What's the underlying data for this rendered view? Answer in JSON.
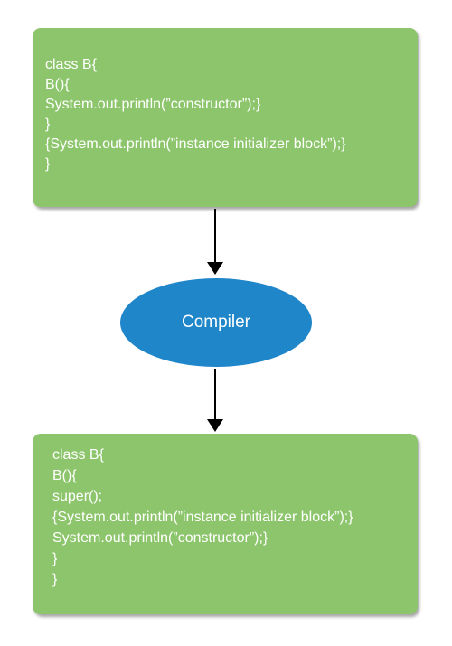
{
  "colors": {
    "box_fill": "#8cc56b",
    "ellipse_fill": "#1f86c9",
    "text": "#ffffff",
    "arrow": "#000000"
  },
  "source_box": {
    "lines": [
      "class B{",
      "B(){",
      "System.out.println(”constructor”);}",
      "}",
      "{System.out.println(”instance initializer block”);}",
      "}"
    ]
  },
  "compiler": {
    "label": "Compiler"
  },
  "output_box": {
    "lines": [
      "class B{",
      "B(){",
      "super();",
      "{System.out.println(”instance initializer block”);}",
      "System.out.println(”constructor”);}",
      "}",
      "}"
    ]
  }
}
